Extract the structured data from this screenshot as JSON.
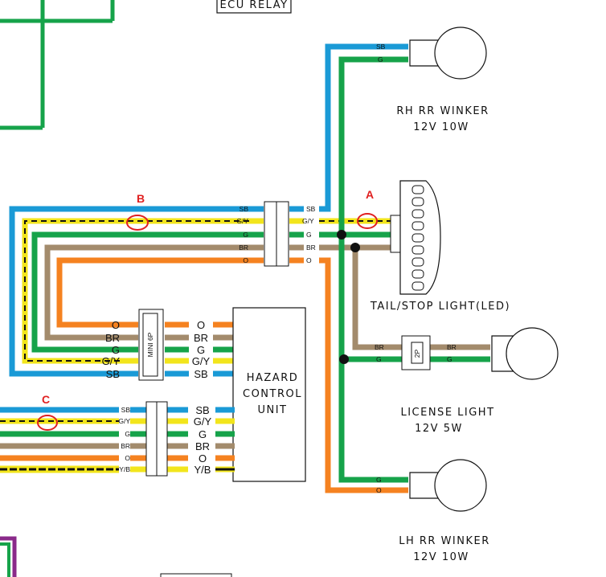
{
  "components": {
    "ecu_relay": "ECU RELAY",
    "rh_winker": {
      "name": "RH RR WINKER",
      "spec": "12V 10W"
    },
    "tail_light": "TAIL/STOP LIGHT(LED)",
    "license_light": {
      "name": "LICENSE LIGHT",
      "spec": "12V 5W"
    },
    "lh_winker": {
      "name": "LH RR WINKER",
      "spec": "12V 10W"
    },
    "hazard_unit": {
      "line1": "HAZARD",
      "line2": "CONTROL",
      "line3": "UNIT"
    },
    "mini_connector": "MINI 6P",
    "license_connector": "2P"
  },
  "wires": {
    "sb": "SB",
    "gy": "G/Y",
    "g": "G",
    "br": "BR",
    "o": "O",
    "yb": "Y/B"
  },
  "markers": {
    "a": "A",
    "b": "B",
    "c": "C"
  },
  "colors": {
    "sky_blue": "#1a9ad6",
    "green": "#16a34a",
    "brown": "#a38b6c",
    "orange": "#f58220",
    "yellow": "#f2e51c",
    "black": "#111111",
    "marker_red": "#e02020"
  }
}
